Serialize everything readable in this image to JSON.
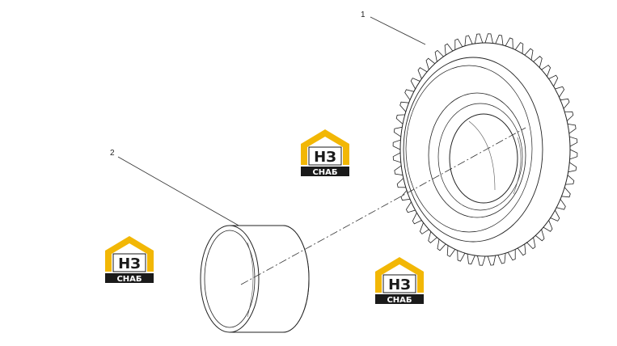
{
  "diagram": {
    "callouts": [
      {
        "number": "1",
        "part": "gear"
      },
      {
        "number": "2",
        "part": "bushing"
      }
    ]
  },
  "watermark": {
    "logo_letters": "НЗ",
    "logo_caption": "СНАБ",
    "colors": {
      "accent": "#f2b705",
      "dark": "#1a1a1a",
      "white": "#ffffff"
    }
  }
}
